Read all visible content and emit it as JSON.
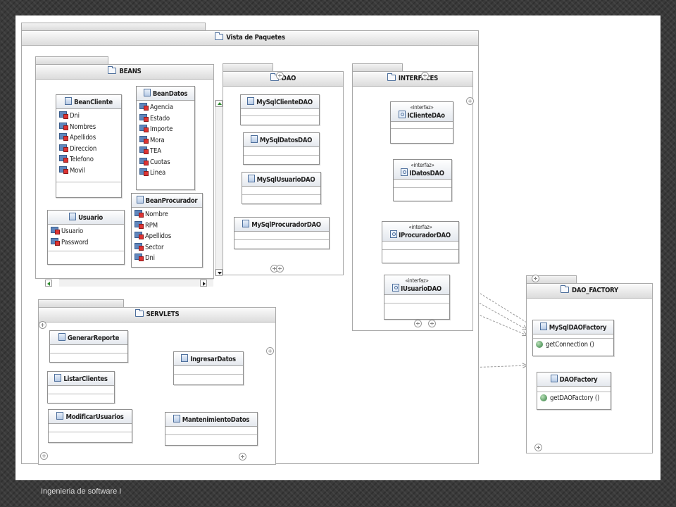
{
  "packages": {
    "root": "Vista de Paquetes",
    "beans": "BEANS",
    "dao": "DAO",
    "interfaces": "INTERFACES",
    "servlets": "SERVLETS",
    "dao_factory": "DAO_FACTORY"
  },
  "beans": {
    "bean_cliente": {
      "name": "BeanCliente",
      "attributes": [
        "Dni",
        "Nombres",
        "Apellidos",
        "Direccion",
        "Telefono",
        "Movil"
      ]
    },
    "bean_datos": {
      "name": "BeanDatos",
      "attributes": [
        "Agencia",
        "Estado",
        "Importe",
        "Mora",
        "TEA",
        "Cuotas",
        "Linea"
      ]
    },
    "usuario": {
      "name": "Usuario",
      "attributes": [
        "Usuario",
        "Password"
      ]
    },
    "bean_procurador": {
      "name": "BeanProcurador",
      "attributes": [
        "Nombre",
        "RPM",
        "Apellidos",
        "Sector",
        "Dni"
      ]
    }
  },
  "dao": {
    "classes": [
      "MySqlClienteDAO",
      "MySqlDatosDAO",
      "MySqlUsuarioDAO",
      "MySqlProcuradorDAO"
    ]
  },
  "interfaces": {
    "stereotype": "«interfaz»",
    "items": [
      "IClienteDAo",
      "IDatosDAO",
      "IProcuradorDAO",
      "IUsuarioDAO"
    ]
  },
  "servlets": {
    "classes": {
      "generar_reporte": "GenerarReporte",
      "listar_clientes": "ListarClientes",
      "modificar_usuarios": "ModificarUsuarios",
      "ingresar_datos": "IngresarDatos",
      "mantenimiento_datos": "MantenimientoDatos"
    }
  },
  "dao_factory": {
    "mysql_factory": {
      "name": "MySqlDAOFactory",
      "operation": "getConnection ()"
    },
    "factory": {
      "name": "DAOFactory",
      "operation": "getDAOFactory ()"
    }
  },
  "footer": "Ingenieria de software I",
  "colors": {
    "border": "#a9a9a9",
    "icon_blue": "#5f86bd",
    "dependency_line": "#9a9a9a",
    "background": "#3a3a3a"
  }
}
